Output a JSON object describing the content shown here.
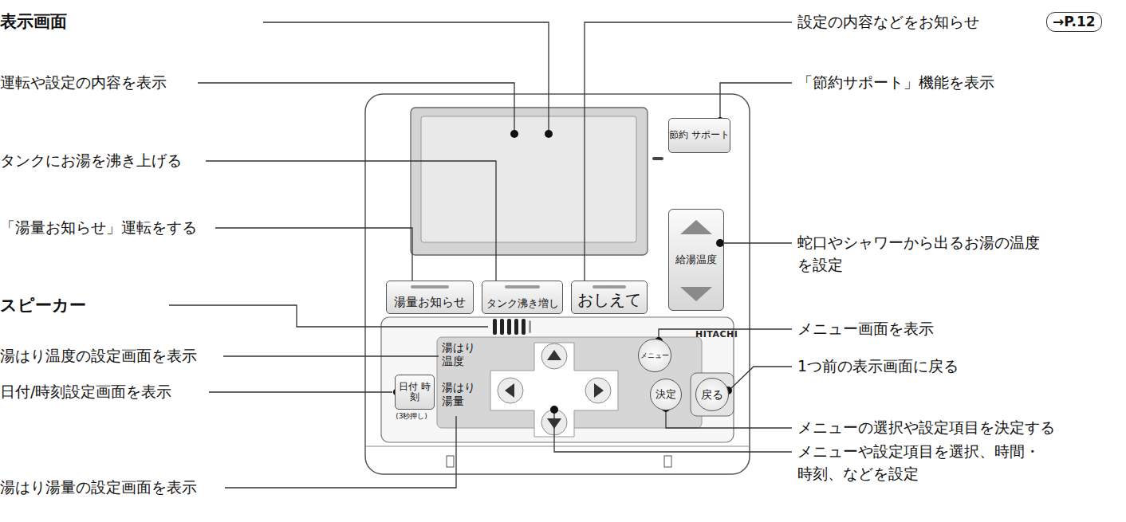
{
  "diagram": {
    "nodes": [
      {
        "text": [
          "節約 サポート"
        ]
      },
      {
        "text": [
          "湯量お知らせ"
        ]
      },
      {
        "text": [
          "タンク沸き増し"
        ]
      },
      {
        "text": [
          "おしえて"
        ]
      },
      {
        "text": [
          "給湯温度"
        ]
      },
      {
        "text": [
          "メニュー"
        ]
      },
      {
        "text": [
          "決定"
        ]
      },
      {
        "text": [
          "戻る"
        ]
      },
      {
        "text": [
          "日付 時刻",
          "(3秒押し)"
        ]
      }
    ],
    "labels": [
      "表示画面",
      "運転や設定の内容を表示",
      "タンクにお湯を沸き上げる",
      "「湯量お知らせ」運転をする",
      "スピーカー",
      "湯はり温度の設定画面を表示",
      "日付/時刻設定画面を表示",
      "湯はり湯量の設定画面を表示",
      "設定の内容などをお知らせ",
      "→P.12",
      "「節約サポート」機能を表示",
      "蛇口やシャワーから出るお湯の温度を設定",
      "メニュー画面を表示",
      "1つ前の表示画面に戻る",
      "メニューの選択や設定項目を決定する",
      "メニューや設定項目を選択、時間・時刻、などを設定",
      "HITACHI",
      "湯はり 温度",
      "湯はり 湯量"
    ]
  }
}
